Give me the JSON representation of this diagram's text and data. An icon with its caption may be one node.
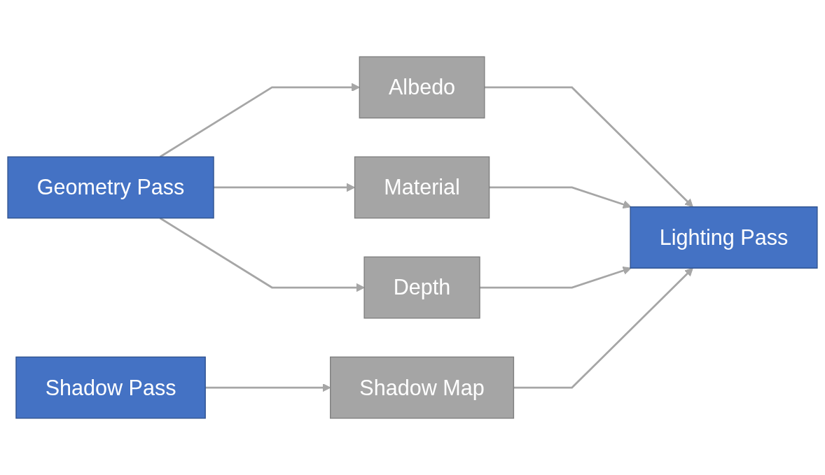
{
  "diagram": {
    "nodes": [
      {
        "text": [
          "Geometry Pass"
        ]
      },
      {
        "text": [
          "Shadow Pass"
        ]
      },
      {
        "text": [
          "Albedo"
        ]
      },
      {
        "text": [
          "Material"
        ]
      },
      {
        "text": [
          "Depth"
        ]
      },
      {
        "text": [
          "Shadow Map"
        ]
      },
      {
        "text": [
          "Lighting Pass"
        ]
      }
    ],
    "edges": [
      {
        "from": 0,
        "to": 2,
        "arrow": "to"
      },
      {
        "from": 0,
        "to": 3,
        "arrow": "to"
      },
      {
        "from": 0,
        "to": 4,
        "arrow": "to"
      },
      {
        "from": 1,
        "to": 5,
        "arrow": "to"
      },
      {
        "from": 2,
        "to": 6,
        "arrow": "to"
      },
      {
        "from": 3,
        "to": 6,
        "arrow": "to"
      },
      {
        "from": 4,
        "to": 6,
        "arrow": "to"
      },
      {
        "from": 5,
        "to": 6,
        "arrow": "to"
      }
    ]
  }
}
